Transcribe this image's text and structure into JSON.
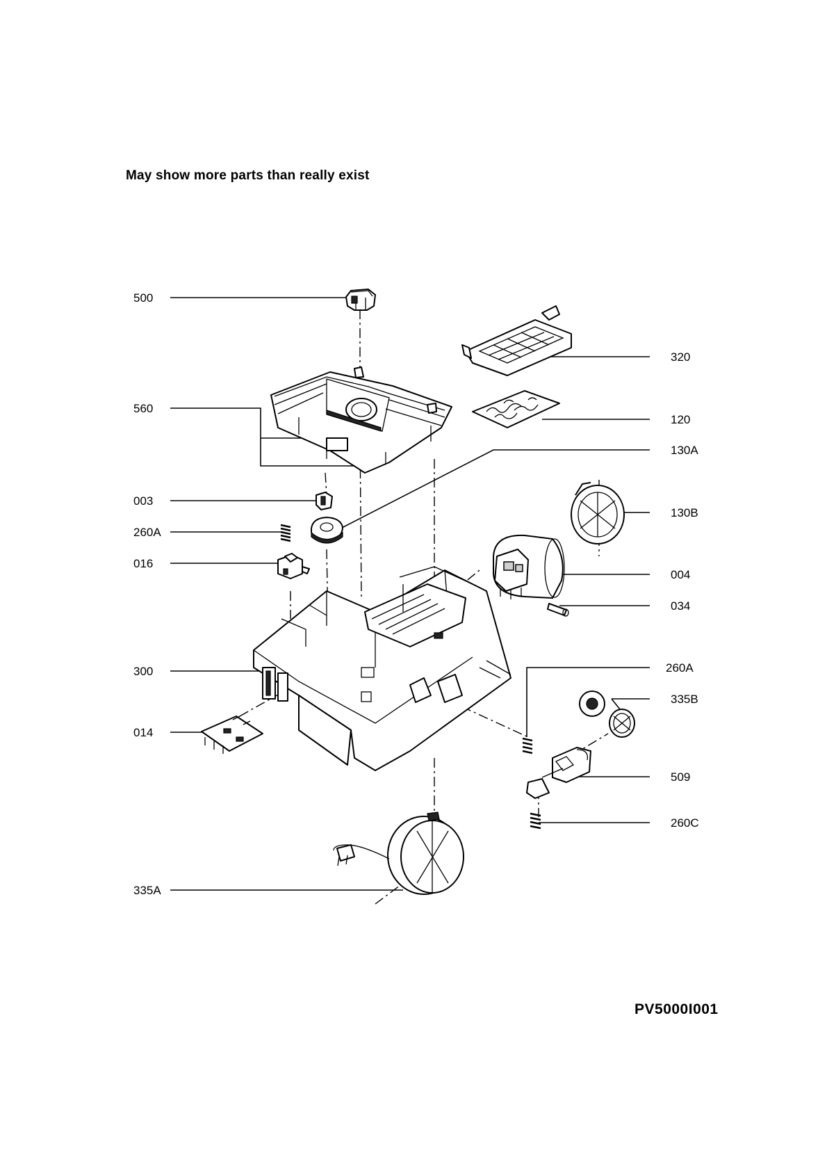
{
  "notice": "May show more parts than really exist",
  "diagram_code": "PV5000I001",
  "labels": {
    "p500": "500",
    "p560": "560",
    "p003": "003",
    "p260a_left": "260A",
    "p016": "016",
    "p300": "300",
    "p014": "014",
    "p335a": "335A",
    "p320": "320",
    "p120": "120",
    "p130a": "130A",
    "p130b": "130B",
    "p004": "004",
    "p034": "034",
    "p260a_right": "260A",
    "p335b": "335B",
    "p509": "509",
    "p260c": "260C"
  }
}
